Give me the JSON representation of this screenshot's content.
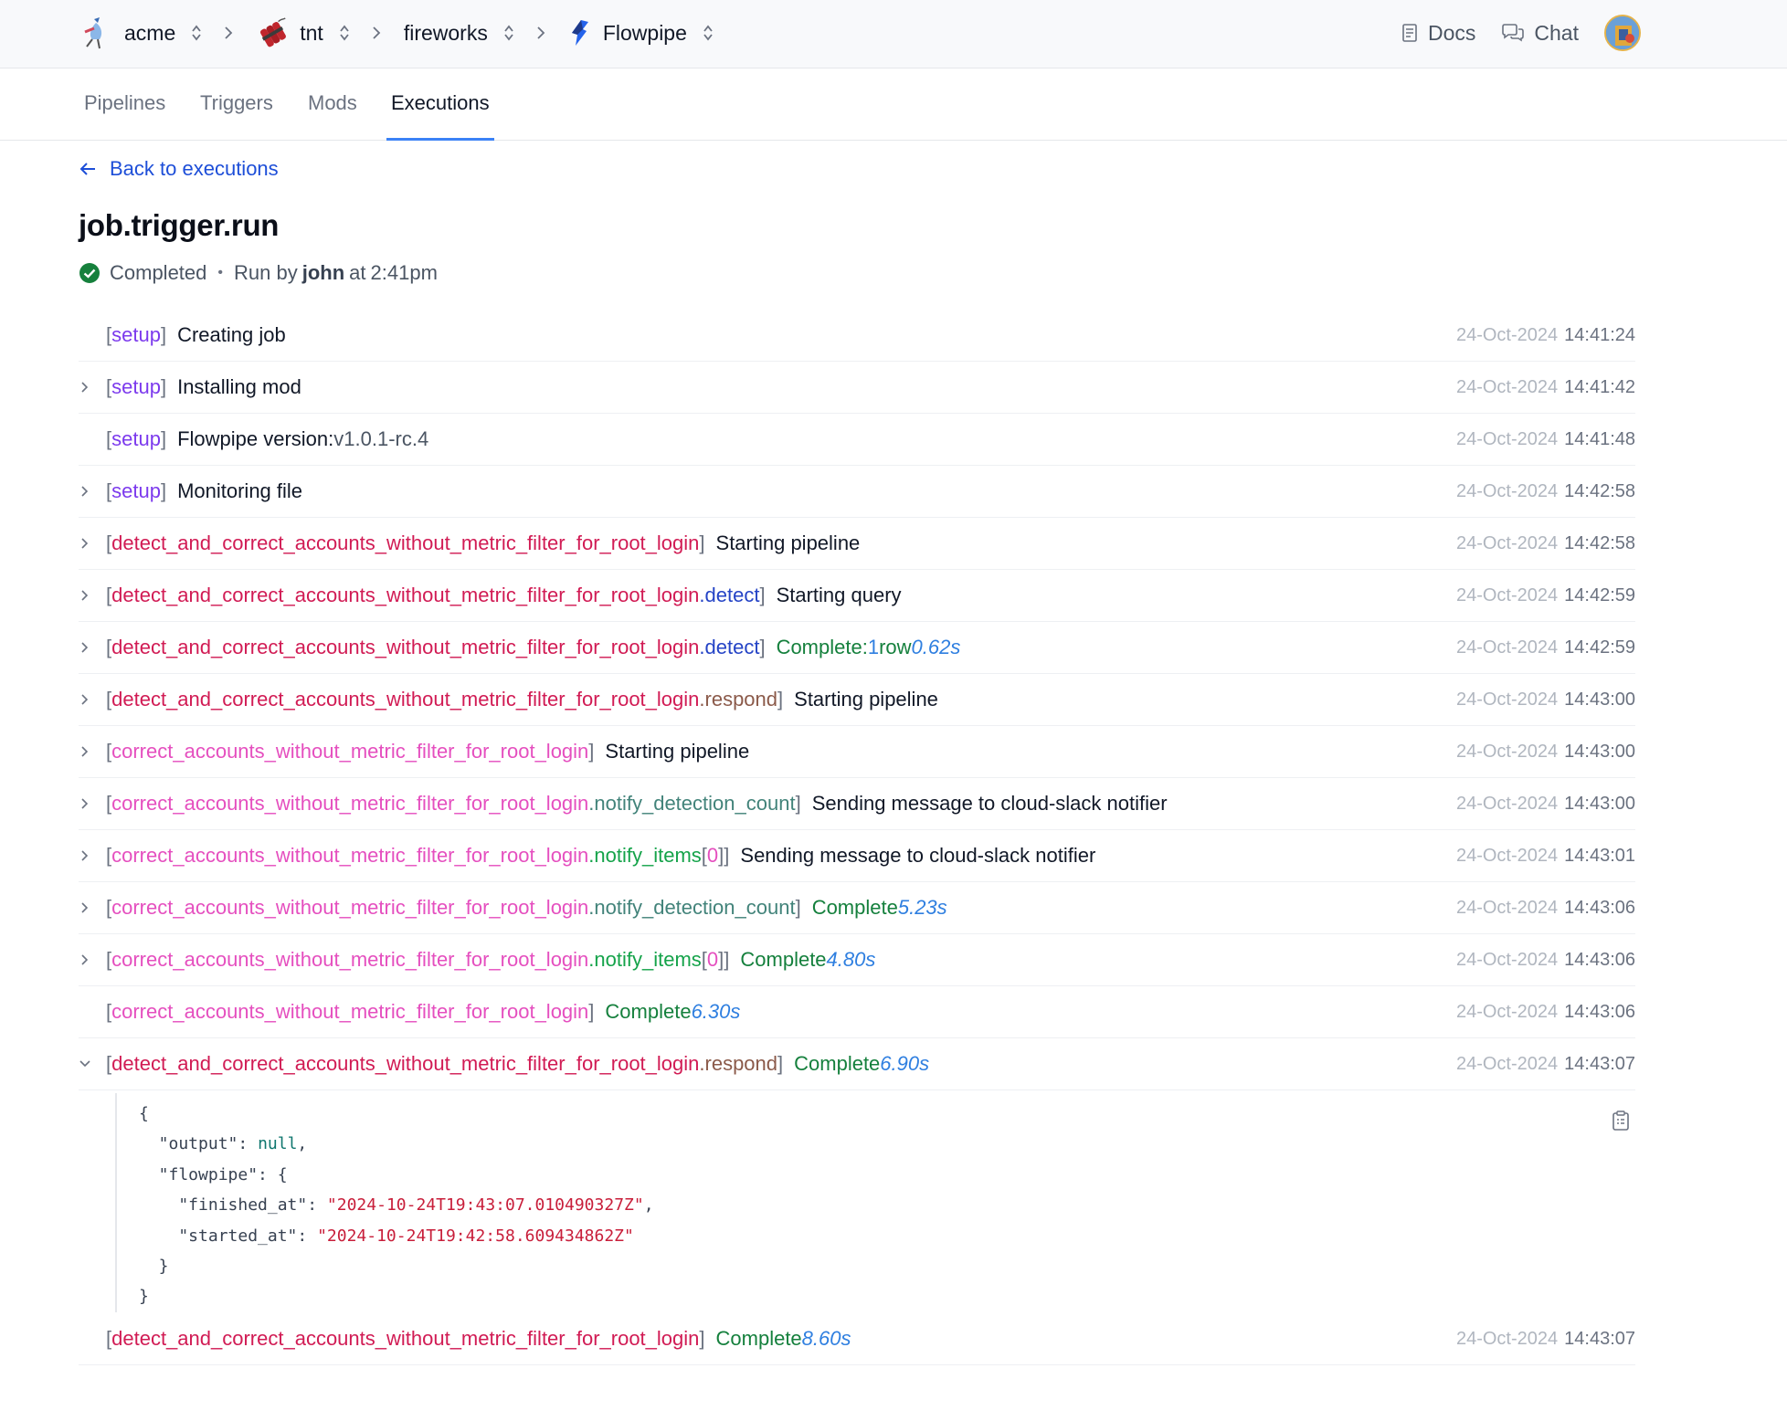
{
  "breadcrumbs": [
    {
      "label": "acme",
      "icon": "crane-bird-logo-icon"
    },
    {
      "label": "tnt",
      "icon": "dynamite-logo-icon"
    },
    {
      "label": "fireworks",
      "icon": ""
    },
    {
      "label": "Flowpipe",
      "icon": "flowpipe-logo-icon"
    }
  ],
  "header": {
    "docs": "Docs",
    "chat": "Chat"
  },
  "tabs": [
    "Pipelines",
    "Triggers",
    "Mods",
    "Executions"
  ],
  "active_tab": "Executions",
  "back_link": "Back to executions",
  "execution": {
    "title": "job.trigger.run",
    "status": "Completed",
    "run_by_prefix": "Run by",
    "user": "john",
    "at_prefix": "at",
    "time": "2:41pm"
  },
  "log": [
    {
      "chev": "none",
      "parts": [
        {
          "t": "[",
          "c": "br"
        },
        {
          "t": "setup",
          "c": "c-setup"
        },
        {
          "t": "]",
          "c": "br"
        },
        {
          "t": "gap"
        },
        {
          "t": "Creating job",
          "c": "c-black"
        }
      ],
      "date": "24-Oct-2024",
      "time": "14:41:24"
    },
    {
      "chev": "right",
      "parts": [
        {
          "t": "[",
          "c": "br"
        },
        {
          "t": "setup",
          "c": "c-setup"
        },
        {
          "t": "]",
          "c": "br"
        },
        {
          "t": "gap"
        },
        {
          "t": "Installing mod",
          "c": "c-black"
        }
      ],
      "date": "24-Oct-2024",
      "time": "14:41:42"
    },
    {
      "chev": "none",
      "parts": [
        {
          "t": "[",
          "c": "br"
        },
        {
          "t": "setup",
          "c": "c-setup"
        },
        {
          "t": "]",
          "c": "br"
        },
        {
          "t": "gap"
        },
        {
          "t": "Flowpipe version: ",
          "c": "c-black"
        },
        {
          "t": "v1.0.1-rc.4",
          "c": "c-gray"
        }
      ],
      "date": "24-Oct-2024",
      "time": "14:41:48"
    },
    {
      "chev": "right",
      "parts": [
        {
          "t": "[",
          "c": "br"
        },
        {
          "t": "setup",
          "c": "c-setup"
        },
        {
          "t": "]",
          "c": "br"
        },
        {
          "t": "gap"
        },
        {
          "t": "Monitoring file",
          "c": "c-black"
        }
      ],
      "date": "24-Oct-2024",
      "time": "14:42:58"
    },
    {
      "chev": "right",
      "parts": [
        {
          "t": "[",
          "c": "br"
        },
        {
          "t": "detect_and_correct_accounts_without_metric_filter_for_root_login",
          "c": "c-detect"
        },
        {
          "t": "]",
          "c": "br"
        },
        {
          "t": "gap"
        },
        {
          "t": "Starting pipeline",
          "c": "c-black"
        }
      ],
      "date": "24-Oct-2024",
      "time": "14:42:58"
    },
    {
      "chev": "right",
      "parts": [
        {
          "t": "[",
          "c": "br"
        },
        {
          "t": "detect_and_correct_accounts_without_metric_filter_for_root_login",
          "c": "c-detect"
        },
        {
          "t": ".detect",
          "c": "c-blue"
        },
        {
          "t": "]",
          "c": "br"
        },
        {
          "t": "gap"
        },
        {
          "t": "Starting query",
          "c": "c-black"
        }
      ],
      "date": "24-Oct-2024",
      "time": "14:42:59"
    },
    {
      "chev": "right",
      "parts": [
        {
          "t": "[",
          "c": "br"
        },
        {
          "t": "detect_and_correct_accounts_without_metric_filter_for_root_login",
          "c": "c-detect"
        },
        {
          "t": ".detect",
          "c": "c-blue"
        },
        {
          "t": "]",
          "c": "br"
        },
        {
          "t": "gap"
        },
        {
          "t": "Complete: ",
          "c": "c-green"
        },
        {
          "t": "1",
          "c": "c-dur-plain"
        },
        {
          "t": " row ",
          "c": "c-green"
        },
        {
          "t": "0.62s",
          "c": "c-dur"
        }
      ],
      "date": "24-Oct-2024",
      "time": "14:42:59"
    },
    {
      "chev": "right",
      "parts": [
        {
          "t": "[",
          "c": "br"
        },
        {
          "t": "detect_and_correct_accounts_without_metric_filter_for_root_login",
          "c": "c-detect"
        },
        {
          "t": ".respond",
          "c": "c-brown"
        },
        {
          "t": "]",
          "c": "br"
        },
        {
          "t": "gap"
        },
        {
          "t": "Starting pipeline",
          "c": "c-black"
        }
      ],
      "date": "24-Oct-2024",
      "time": "14:43:00"
    },
    {
      "chev": "right",
      "parts": [
        {
          "t": "[",
          "c": "br"
        },
        {
          "t": "correct_accounts_without_metric_filter_for_root_login",
          "c": "c-correct"
        },
        {
          "t": "]",
          "c": "br"
        },
        {
          "t": "gap"
        },
        {
          "t": "Starting pipeline",
          "c": "c-black"
        }
      ],
      "date": "24-Oct-2024",
      "time": "14:43:00"
    },
    {
      "chev": "right",
      "parts": [
        {
          "t": "[",
          "c": "br"
        },
        {
          "t": "correct_accounts_without_metric_filter_for_root_login",
          "c": "c-correct"
        },
        {
          "t": ".notify_detection_count",
          "c": "c-teal"
        },
        {
          "t": "]",
          "c": "br"
        },
        {
          "t": "gap"
        },
        {
          "t": "Sending message to cloud-slack notifier",
          "c": "c-black"
        }
      ],
      "date": "24-Oct-2024",
      "time": "14:43:00"
    },
    {
      "chev": "right",
      "parts": [
        {
          "t": "[",
          "c": "br"
        },
        {
          "t": "correct_accounts_without_metric_filter_for_root_login",
          "c": "c-correct"
        },
        {
          "t": ".notify_items",
          "c": "c-green2"
        },
        {
          "t": "[",
          "c": "br"
        },
        {
          "t": "0",
          "c": "c-correct"
        },
        {
          "t": "]]",
          "c": "br"
        },
        {
          "t": "gap"
        },
        {
          "t": "Sending message to cloud-slack notifier",
          "c": "c-black"
        }
      ],
      "date": "24-Oct-2024",
      "time": "14:43:01"
    },
    {
      "chev": "right",
      "parts": [
        {
          "t": "[",
          "c": "br"
        },
        {
          "t": "correct_accounts_without_metric_filter_for_root_login",
          "c": "c-correct"
        },
        {
          "t": ".notify_detection_count",
          "c": "c-teal"
        },
        {
          "t": "]",
          "c": "br"
        },
        {
          "t": "gap"
        },
        {
          "t": "Complete ",
          "c": "c-green"
        },
        {
          "t": "5.23s",
          "c": "c-dur"
        }
      ],
      "date": "24-Oct-2024",
      "time": "14:43:06"
    },
    {
      "chev": "right",
      "parts": [
        {
          "t": "[",
          "c": "br"
        },
        {
          "t": "correct_accounts_without_metric_filter_for_root_login",
          "c": "c-correct"
        },
        {
          "t": ".notify_items",
          "c": "c-green2"
        },
        {
          "t": "[",
          "c": "br"
        },
        {
          "t": "0",
          "c": "c-correct"
        },
        {
          "t": "]]",
          "c": "br"
        },
        {
          "t": "gap"
        },
        {
          "t": "Complete ",
          "c": "c-green"
        },
        {
          "t": "4.80s",
          "c": "c-dur"
        }
      ],
      "date": "24-Oct-2024",
      "time": "14:43:06"
    },
    {
      "chev": "none",
      "parts": [
        {
          "t": "[",
          "c": "br"
        },
        {
          "t": "correct_accounts_without_metric_filter_for_root_login",
          "c": "c-correct"
        },
        {
          "t": "]",
          "c": "br"
        },
        {
          "t": "gap"
        },
        {
          "t": "Complete ",
          "c": "c-green"
        },
        {
          "t": "6.30s",
          "c": "c-dur"
        }
      ],
      "date": "24-Oct-2024",
      "time": "14:43:06"
    },
    {
      "chev": "down",
      "parts": [
        {
          "t": "[",
          "c": "br"
        },
        {
          "t": "detect_and_correct_accounts_without_metric_filter_for_root_login",
          "c": "c-detect"
        },
        {
          "t": ".respond",
          "c": "c-brown"
        },
        {
          "t": "]",
          "c": "br"
        },
        {
          "t": "gap"
        },
        {
          "t": "Complete ",
          "c": "c-green"
        },
        {
          "t": "6.90s",
          "c": "c-dur"
        }
      ],
      "date": "24-Oct-2024",
      "time": "14:43:07"
    }
  ],
  "json_output": {
    "lines": [
      [
        {
          "t": "{",
          "c": "j-key"
        }
      ],
      [
        {
          "t": "  \"output\"",
          "c": "j-key"
        },
        {
          "t": ": ",
          "c": "j-key"
        },
        {
          "t": "null",
          "c": "j-null"
        },
        {
          "t": ",",
          "c": "j-key"
        }
      ],
      [
        {
          "t": "  \"flowpipe\"",
          "c": "j-key"
        },
        {
          "t": ": {",
          "c": "j-key"
        }
      ],
      [
        {
          "t": "    \"finished_at\"",
          "c": "j-key"
        },
        {
          "t": ": ",
          "c": "j-key"
        },
        {
          "t": "\"2024-10-24T19:43:07.010490327Z\"",
          "c": "j-str"
        },
        {
          "t": ",",
          "c": "j-key"
        }
      ],
      [
        {
          "t": "    \"started_at\"",
          "c": "j-key"
        },
        {
          "t": ": ",
          "c": "j-key"
        },
        {
          "t": "\"2024-10-24T19:42:58.609434862Z\"",
          "c": "j-str"
        }
      ],
      [
        {
          "t": "  }",
          "c": "j-key"
        }
      ],
      [
        {
          "t": "}",
          "c": "j-key"
        }
      ]
    ]
  },
  "final_row": {
    "chev": "none",
    "parts": [
      {
        "t": "[",
        "c": "br"
      },
      {
        "t": "detect_and_correct_accounts_without_metric_filter_for_root_login",
        "c": "c-detect"
      },
      {
        "t": "]",
        "c": "br"
      },
      {
        "t": "gap"
      },
      {
        "t": "Complete ",
        "c": "c-green"
      },
      {
        "t": "8.60s",
        "c": "c-dur"
      }
    ],
    "date": "24-Oct-2024",
    "time": "14:43:07"
  },
  "colors": {
    "accent": "#3b82f6",
    "link": "#1d4ed8",
    "success": "#15803d",
    "setup": "#7c3aed",
    "detect": "#d11b54",
    "correct": "#e54fbf"
  }
}
